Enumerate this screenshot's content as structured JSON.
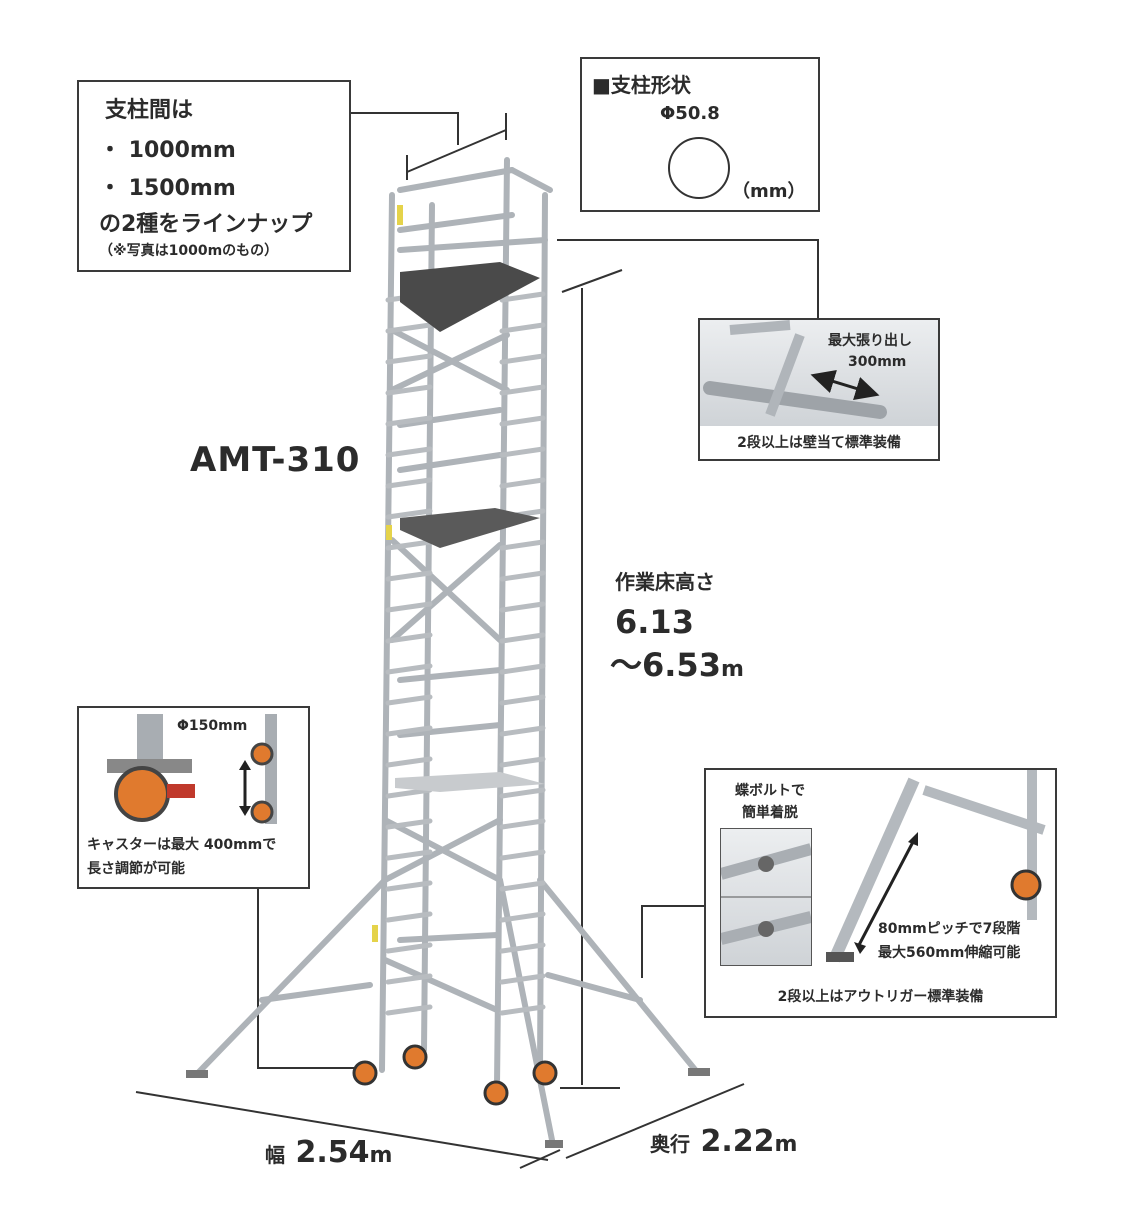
{
  "callout_spacing": {
    "title": "支柱間は",
    "item1": "・ 1000mm",
    "item2": "・ 1500mm",
    "line3": "の2種をラインナップ",
    "note": "（※写真は1000mのもの）"
  },
  "callout_post": {
    "title": "■支柱形状",
    "diameter": "Φ50.8",
    "unit": "（mm）"
  },
  "callout_wall": {
    "label1": "最大張り出し",
    "label2": "300mm",
    "caption": "2段以上は壁当て標準装備"
  },
  "model": "AMT-310",
  "height": {
    "label": "作業床高さ",
    "value1": "6.13",
    "value2": "～6.53",
    "unit": "m"
  },
  "callout_caster": {
    "diameter": "Φ150mm",
    "line1": "キャスターは最大 400mmで",
    "line2": "長さ調節が可能"
  },
  "callout_outrigger": {
    "bolt1": "蝶ボルトで",
    "bolt2": "簡単着脱",
    "pitch1": "80mmピッチで7段階",
    "pitch2": "最大560mm伸縮可能",
    "caption": "2段以上はアウトリガー標準装備"
  },
  "width": {
    "label": "幅",
    "value": "2.54",
    "unit": "m"
  },
  "depth": {
    "label": "奥行",
    "value": "2.22",
    "unit": "m"
  },
  "colors": {
    "frame": "#bfc3c7",
    "platform": "#4a4a4a",
    "caster": "#e07a2e",
    "ink": "#2b2b2b"
  }
}
